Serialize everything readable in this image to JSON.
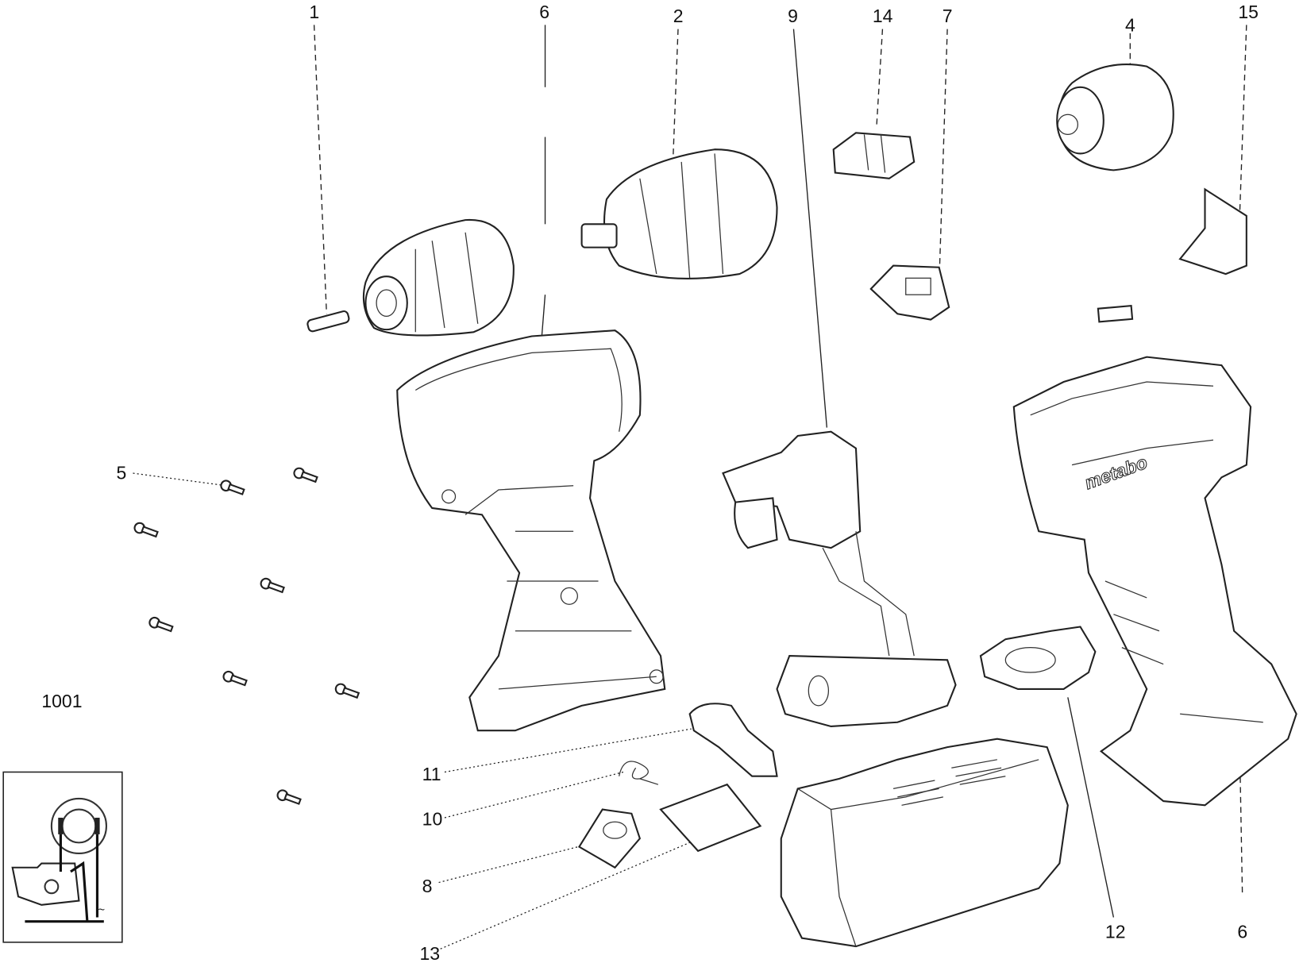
{
  "diagram": {
    "title": "Exploded parts diagram - cordless drill",
    "labels": {
      "p1": "1",
      "p6_top": "6",
      "p2": "2",
      "p9": "9",
      "p14": "14",
      "p7": "7",
      "p4": "4",
      "p15": "15",
      "p5": "5",
      "p1001": "1001",
      "p11": "11",
      "p10": "10",
      "p8": "8",
      "p13": "13",
      "p12": "12",
      "p6_bottom": "6"
    },
    "logo_text": "metabo"
  }
}
